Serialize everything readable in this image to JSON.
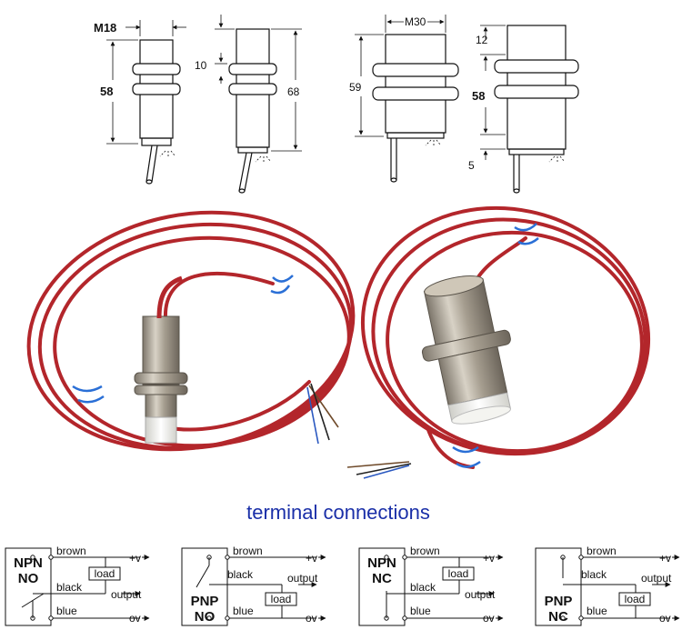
{
  "drawings": {
    "m18_short": {
      "thread_label": "M18",
      "length_label": "58"
    },
    "m18_long": {
      "nut_gap_label": "10",
      "length_label": "68"
    },
    "m30_short": {
      "thread_label": "M30",
      "length_label": "59"
    },
    "m30_long": {
      "top_label": "12",
      "length_label": "58",
      "bottom_label": "5"
    }
  },
  "heading": "terminal connections",
  "wiring": [
    {
      "type": "NPN",
      "mode": "NO",
      "brown": "brown",
      "black": "black",
      "blue": "blue",
      "plus": "+v",
      "output": "output",
      "zero": "ov",
      "load": "load"
    },
    {
      "type": "PNP",
      "mode": "NO",
      "brown": "brown",
      "black": "black",
      "blue": "blue",
      "plus": "+v",
      "output": "output",
      "zero": "ov",
      "load": "load"
    },
    {
      "type": "NPN",
      "mode": "NC",
      "brown": "brown",
      "black": "black",
      "blue": "blue",
      "plus": "+v",
      "output": "output",
      "zero": "ov",
      "load": "load"
    },
    {
      "type": "PNP",
      "mode": "NC",
      "brown": "brown",
      "black": "black",
      "blue": "blue",
      "plus": "+v",
      "output": "output",
      "zero": "ov",
      "load": "load"
    }
  ],
  "colors": {
    "cable": "#b3262b",
    "heading": "#1a2fa8",
    "tie": "#2a6fd6",
    "metal": "#b9b1a2",
    "face": "#f2f2ee"
  }
}
